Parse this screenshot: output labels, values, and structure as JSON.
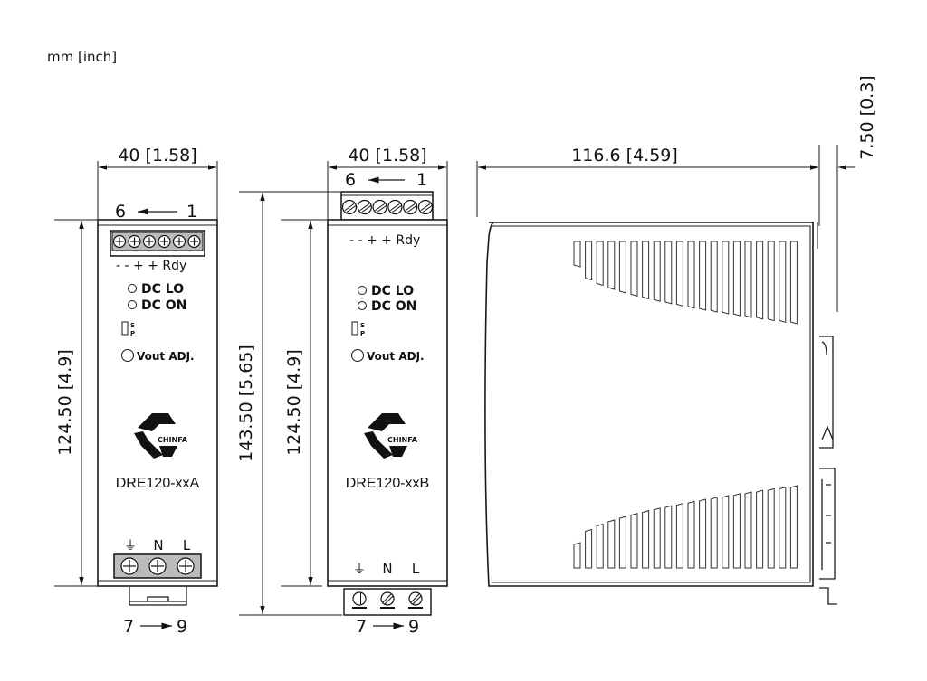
{
  "units_label": "mm [inch]",
  "front_view_a": {
    "width_dim": "40 [1.58]",
    "height_dim": "124.50 [4.9]",
    "top_terminal_order": {
      "from": "6",
      "to": "1"
    },
    "dc_terminal_labels": "- - + + Rdy",
    "led_dc_lo": "DC LO",
    "led_dc_on": "DC ON",
    "switch_labels": {
      "s": "S",
      "p": "P"
    },
    "vout_adj": "Vout ADJ.",
    "logo_text": "CHINFA",
    "model": "DRE120-xxA",
    "ac_labels": {
      "ground": "⏚",
      "n": "N",
      "l": "L"
    },
    "bottom_terminal_order": {
      "from": "7",
      "to": "9"
    }
  },
  "front_view_b": {
    "width_dim": "40 [1.58]",
    "total_height_dim": "143.50 [5.65]",
    "height_dim": "124.50 [4.9]",
    "top_terminal_order": {
      "from": "6",
      "to": "1"
    },
    "dc_terminal_labels": "- - + + Rdy",
    "led_dc_lo": "DC LO",
    "led_dc_on": "DC ON",
    "switch_labels": {
      "s": "S",
      "p": "P"
    },
    "vout_adj": "Vout ADJ.",
    "logo_text": "CHINFA",
    "model": "DRE120-xxB",
    "ac_labels": {
      "ground": "⏚",
      "n": "N",
      "l": "L"
    },
    "bottom_terminal_order": {
      "from": "7",
      "to": "9"
    }
  },
  "side_view": {
    "depth_dim": "116.6 [4.59]",
    "rail_dim": "7.50 [0.3]"
  }
}
